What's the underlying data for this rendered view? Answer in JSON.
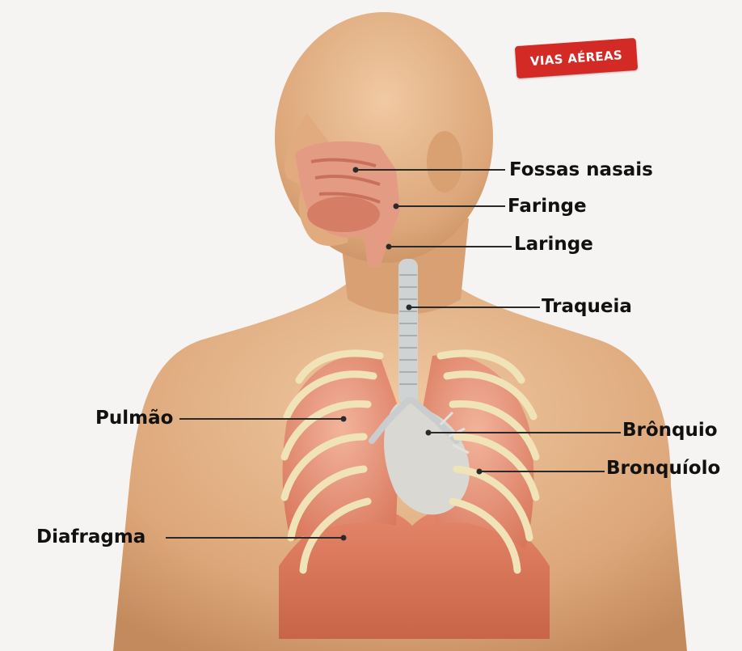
{
  "badge": {
    "text": "VIAS AÉREAS",
    "color": "#d42a26"
  },
  "labels": {
    "fossas_nasais": "Fossas nasais",
    "faringe": "Faringe",
    "laringe": "Laringe",
    "traqueia": "Traqueia",
    "pulmao": "Pulmão",
    "bronquio": "Brônquio",
    "bronquiolo": "Bronquíolo",
    "diafragma": "Diafragma"
  },
  "colors": {
    "skin": "#e6b489",
    "lung": "#e7967a",
    "airway": "#e8a98f",
    "rib": "#efe3b7",
    "heart": "#d9d8d2"
  }
}
